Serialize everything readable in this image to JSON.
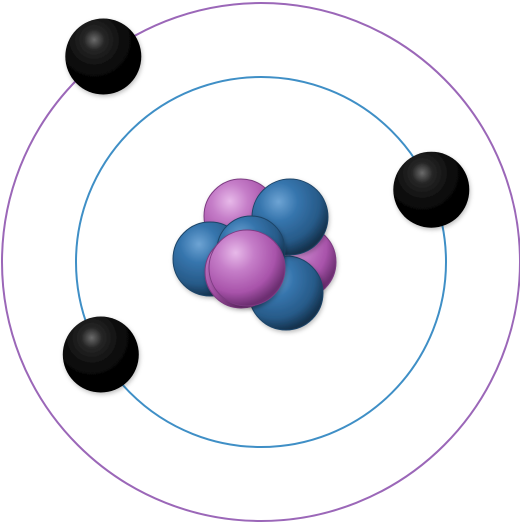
{
  "diagram": {
    "orbits": [
      {
        "id": "inner-orbit",
        "color": "#3f8fc6"
      },
      {
        "id": "outer-orbit",
        "color": "#9b67b8"
      }
    ],
    "electrons": [
      {
        "id": "electron-top-left",
        "orbit": "outer-orbit",
        "angle_deg": 232.5
      },
      {
        "id": "electron-right",
        "orbit": "inner-orbit",
        "angle_deg": 337
      },
      {
        "id": "electron-bottom-left",
        "orbit": "inner-orbit",
        "angle_deg": 150
      }
    ],
    "nucleus": {
      "protons": 4,
      "neutrons": 4,
      "proton_color": "#b15bb2",
      "neutron_color": "#2b5f8e"
    },
    "electron_color": "#111111"
  }
}
